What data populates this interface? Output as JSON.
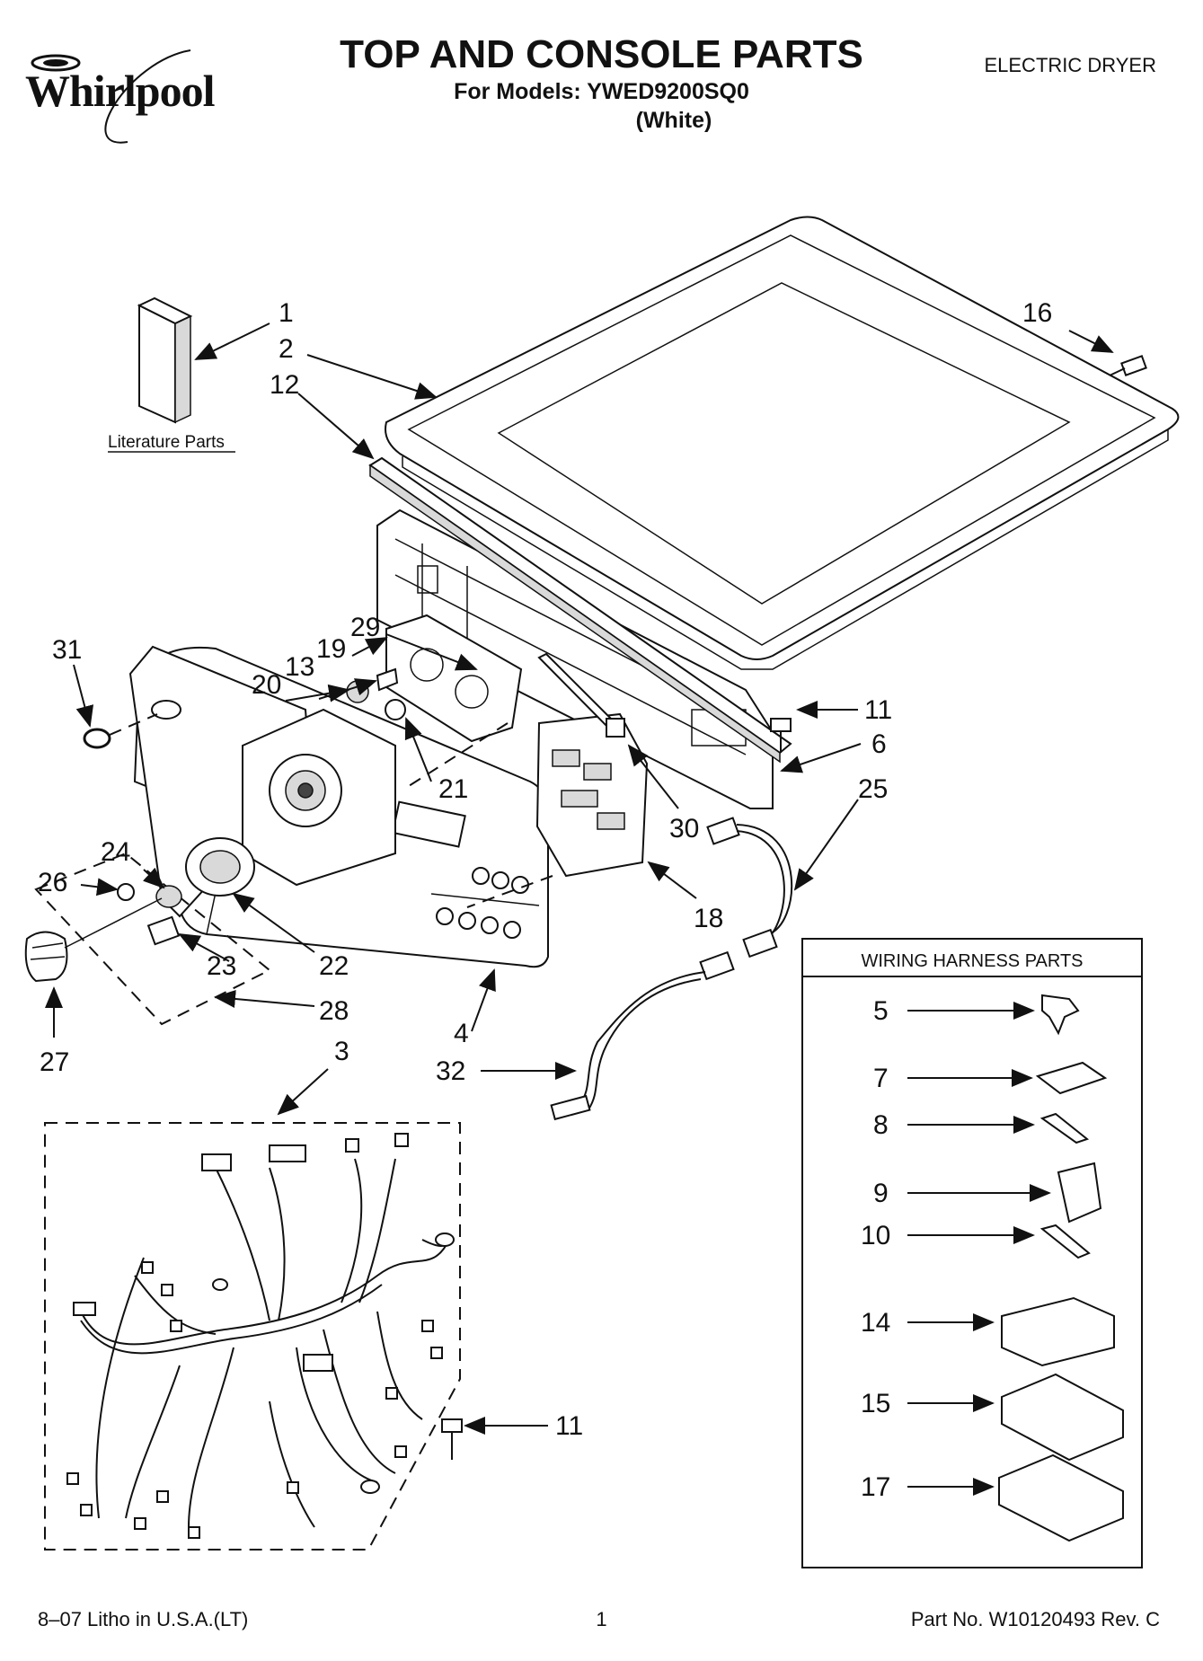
{
  "header": {
    "brand": "Whirlpool",
    "title": "TOP AND CONSOLE PARTS",
    "models_line": "For Models: YWED9200SQ0",
    "color_line": "(White)",
    "product_type": "ELECTRIC DRYER"
  },
  "callouts": [
    {
      "id": "c1",
      "text": "1"
    },
    {
      "id": "c2",
      "text": "2"
    },
    {
      "id": "c12",
      "text": "12"
    },
    {
      "id": "c16",
      "text": "16"
    },
    {
      "id": "c31",
      "text": "31"
    },
    {
      "id": "c29",
      "text": "29"
    },
    {
      "id": "c13",
      "text": "13"
    },
    {
      "id": "c19",
      "text": "19"
    },
    {
      "id": "c20",
      "text": "20"
    },
    {
      "id": "c11a",
      "text": "11"
    },
    {
      "id": "c6",
      "text": "6"
    },
    {
      "id": "c21",
      "text": "21"
    },
    {
      "id": "c25",
      "text": "25"
    },
    {
      "id": "c30",
      "text": "30"
    },
    {
      "id": "c24",
      "text": "24"
    },
    {
      "id": "c26",
      "text": "26"
    },
    {
      "id": "c18",
      "text": "18"
    },
    {
      "id": "c23",
      "text": "23"
    },
    {
      "id": "c22",
      "text": "22"
    },
    {
      "id": "c28",
      "text": "28"
    },
    {
      "id": "c27",
      "text": "27"
    },
    {
      "id": "c4",
      "text": "4"
    },
    {
      "id": "c3",
      "text": "3"
    },
    {
      "id": "c32",
      "text": "32"
    },
    {
      "id": "c11b",
      "text": "11"
    }
  ],
  "literature_label": "Literature Parts",
  "wiring_box": {
    "title": "WIRING HARNESS PARTS",
    "items": [
      "5",
      "7",
      "8",
      "9",
      "10",
      "14",
      "15",
      "17"
    ]
  },
  "footer": {
    "litho": "8–07 Litho in U.S.A.(LT)",
    "page": "1",
    "part_no": "Part No. W10120493 Rev. C"
  }
}
